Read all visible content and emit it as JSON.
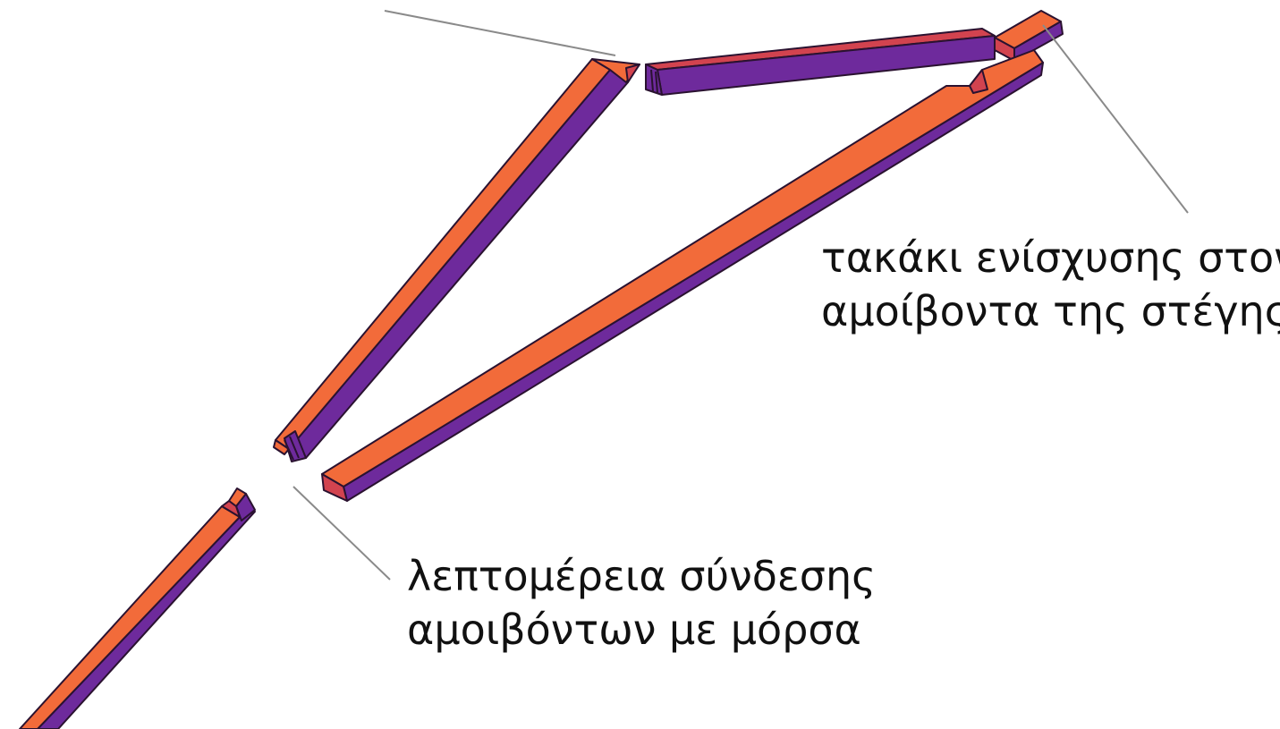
{
  "colors": {
    "top_face": "#f26b3a",
    "side_face": "#6e2a9c",
    "end_face": "#d2434f",
    "outline": "#2a1230",
    "leader_line": "#8a8a8a",
    "text": "#111111"
  },
  "annotations": {
    "reinforcement_block": {
      "line1": "τακάκι ενίσχυσης στον",
      "line2": "αμοίβοντα της στέγης"
    },
    "mortise_joint": {
      "line1": "λεπτομέρεια σύνδεσης",
      "line2": "αμοιβόντων με μόρσα"
    }
  }
}
